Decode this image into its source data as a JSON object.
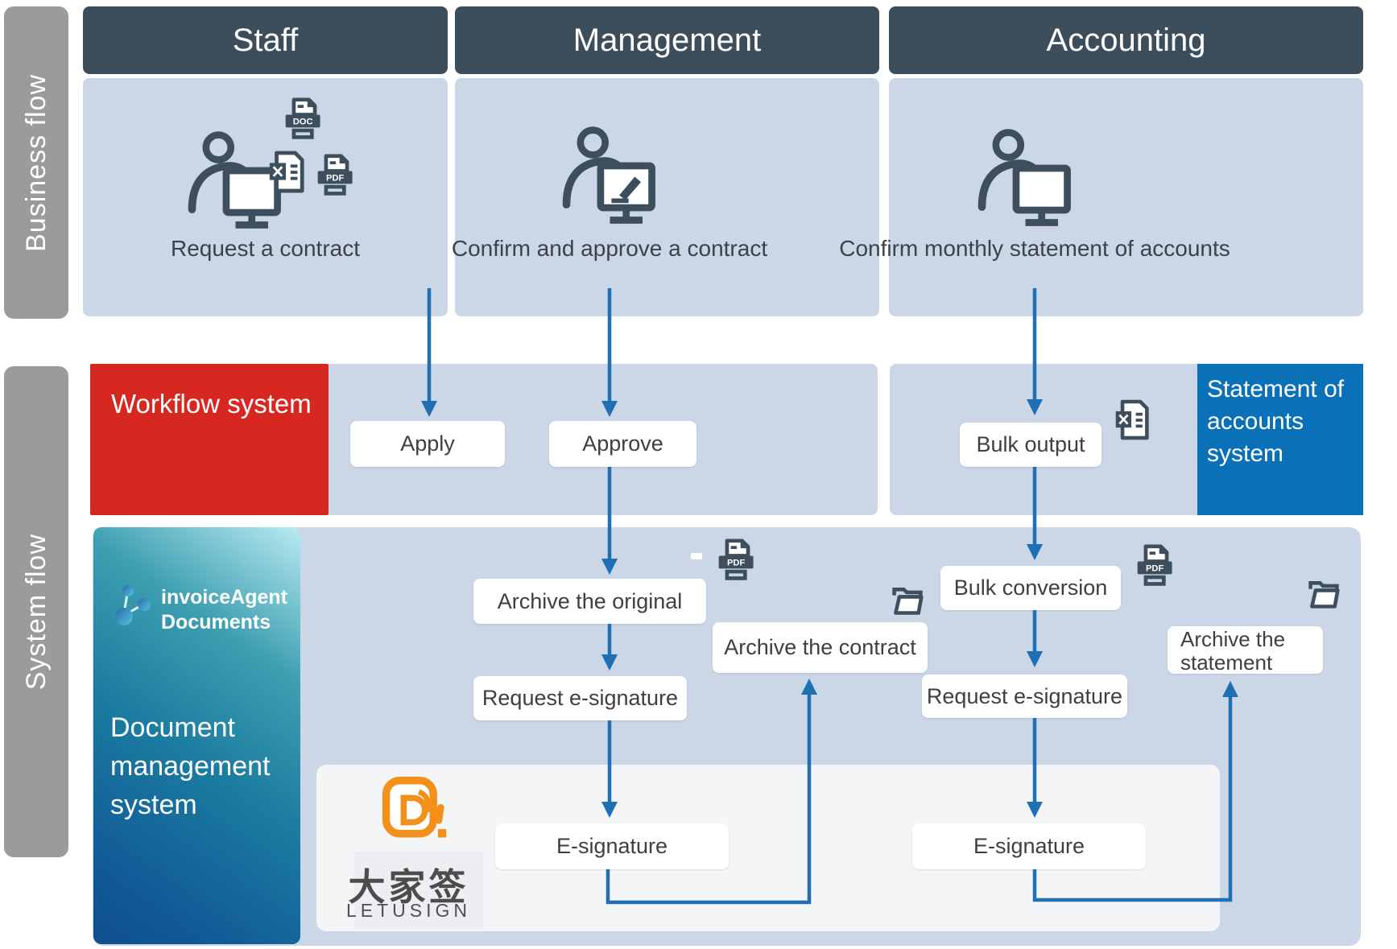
{
  "sidebar": {
    "business_flow_label": "Business flow",
    "system_flow_label": "System flow"
  },
  "columns": {
    "staff": {
      "header": "Staff",
      "caption": "Request a contract"
    },
    "management": {
      "header": "Management",
      "caption": "Confirm and approve a contract"
    },
    "accounting": {
      "header": "Accounting",
      "caption": "Confirm monthly statement of accounts"
    }
  },
  "middle_band": {
    "workflow_system_label": "Workflow system",
    "apply_label": "Apply",
    "approve_label": "Approve",
    "bulk_output_label": "Bulk output",
    "statement_system_label": "Statement of accounts system"
  },
  "system_band": {
    "brand_line1": "invoiceAgent",
    "brand_line2": "Documents",
    "dms_label": "Document management system",
    "steps": {
      "archive_original": "Archive the original",
      "request_esignature_left": "Request e-signature",
      "archive_contract": "Archive the contract",
      "esignature_left": "E-signature",
      "bulk_conversion": "Bulk conversion",
      "request_esignature_right": "Request e-signature",
      "archive_statement": "Archive the statement",
      "esignature_right": "E-signature"
    },
    "letusign": {
      "cjk": "大家签",
      "latin": "LETUSIGN"
    }
  },
  "file_labels": {
    "doc": "DOC",
    "pdf": "PDF"
  },
  "colors": {
    "header_slate": "#3c4e5b",
    "panel_blue": "#cbd7e6",
    "workflow_red": "#d62721",
    "statement_blue": "#0a71b8",
    "arrow_blue": "#1e6fb3",
    "sidebar_gray": "#9b9b9b",
    "letusign_orange": "#f39019",
    "icon_slate": "#3d4f5d",
    "teal_gradient_top": "#b9eaf2",
    "teal_gradient_bottom": "#0f4f8c",
    "inner_panel_gray": "#f4f5f7"
  }
}
